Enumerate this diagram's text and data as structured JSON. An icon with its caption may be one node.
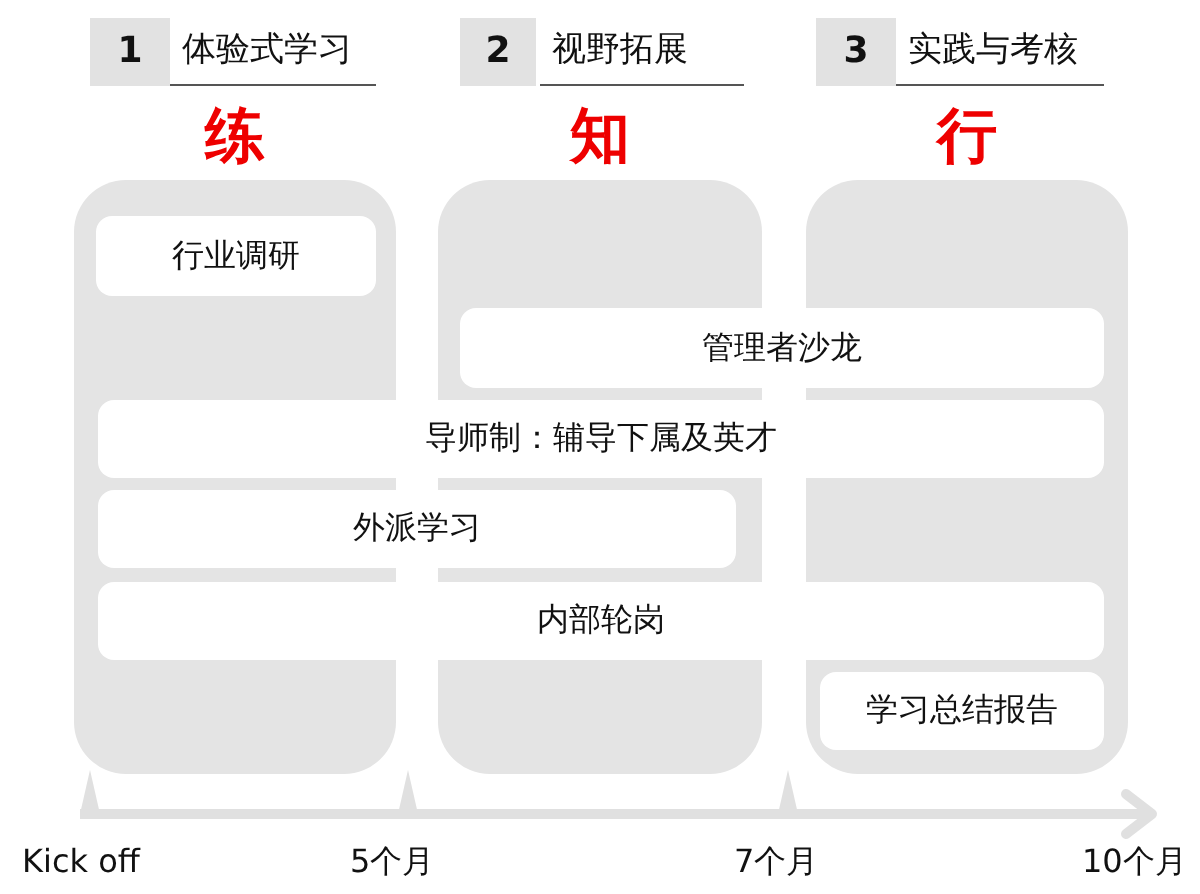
{
  "diagram": {
    "nodes": [
      {
        "text": [
          "1",
          "体验式学习",
          "练"
        ]
      },
      {
        "text": [
          "2",
          "视野拓展",
          "知"
        ]
      },
      {
        "text": [
          "3",
          "实践与考核",
          "行"
        ]
      },
      {
        "text": [
          "行业调研"
        ],
        "in": 0
      },
      {
        "text": [
          "管理者沙龙"
        ]
      },
      {
        "text": [
          "导师制：辅导下属及英才"
        ]
      },
      {
        "text": [
          "外派学习"
        ]
      },
      {
        "text": [
          "内部轮岗"
        ]
      },
      {
        "text": [
          "学习总结报告"
        ],
        "in": 2
      }
    ],
    "labels": [
      "Kick off",
      "5个月",
      "7个月",
      "10个月"
    ]
  }
}
